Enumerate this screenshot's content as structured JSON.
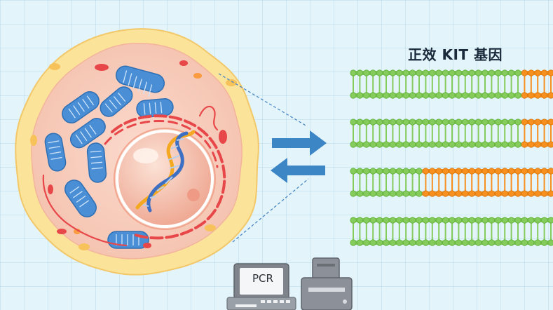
{
  "gene_panel": {
    "title": "正效 KIT 基因",
    "strands": [
      {
        "green_fraction": 0.85
      },
      {
        "green_fraction": 0.85
      },
      {
        "green_fraction": 0.35
      },
      {
        "green_fraction": 1.0
      }
    ]
  },
  "devices": {
    "pcr_label": "PCR"
  },
  "colors": {
    "green_strand": "#86cc5c",
    "orange_strand": "#f7901e",
    "arrow": "#3d86c6",
    "mitochondria": "#4a8fd6",
    "cytoplasm": "#f7cfc0",
    "membrane": "#fbe49a",
    "nucleus": "#f4b9a4"
  },
  "icons": [
    "dna-helix-icon",
    "mitochondrion-icon",
    "pcr-machine-icon",
    "printer-icon",
    "arrow-right-icon",
    "arrow-left-icon"
  ]
}
